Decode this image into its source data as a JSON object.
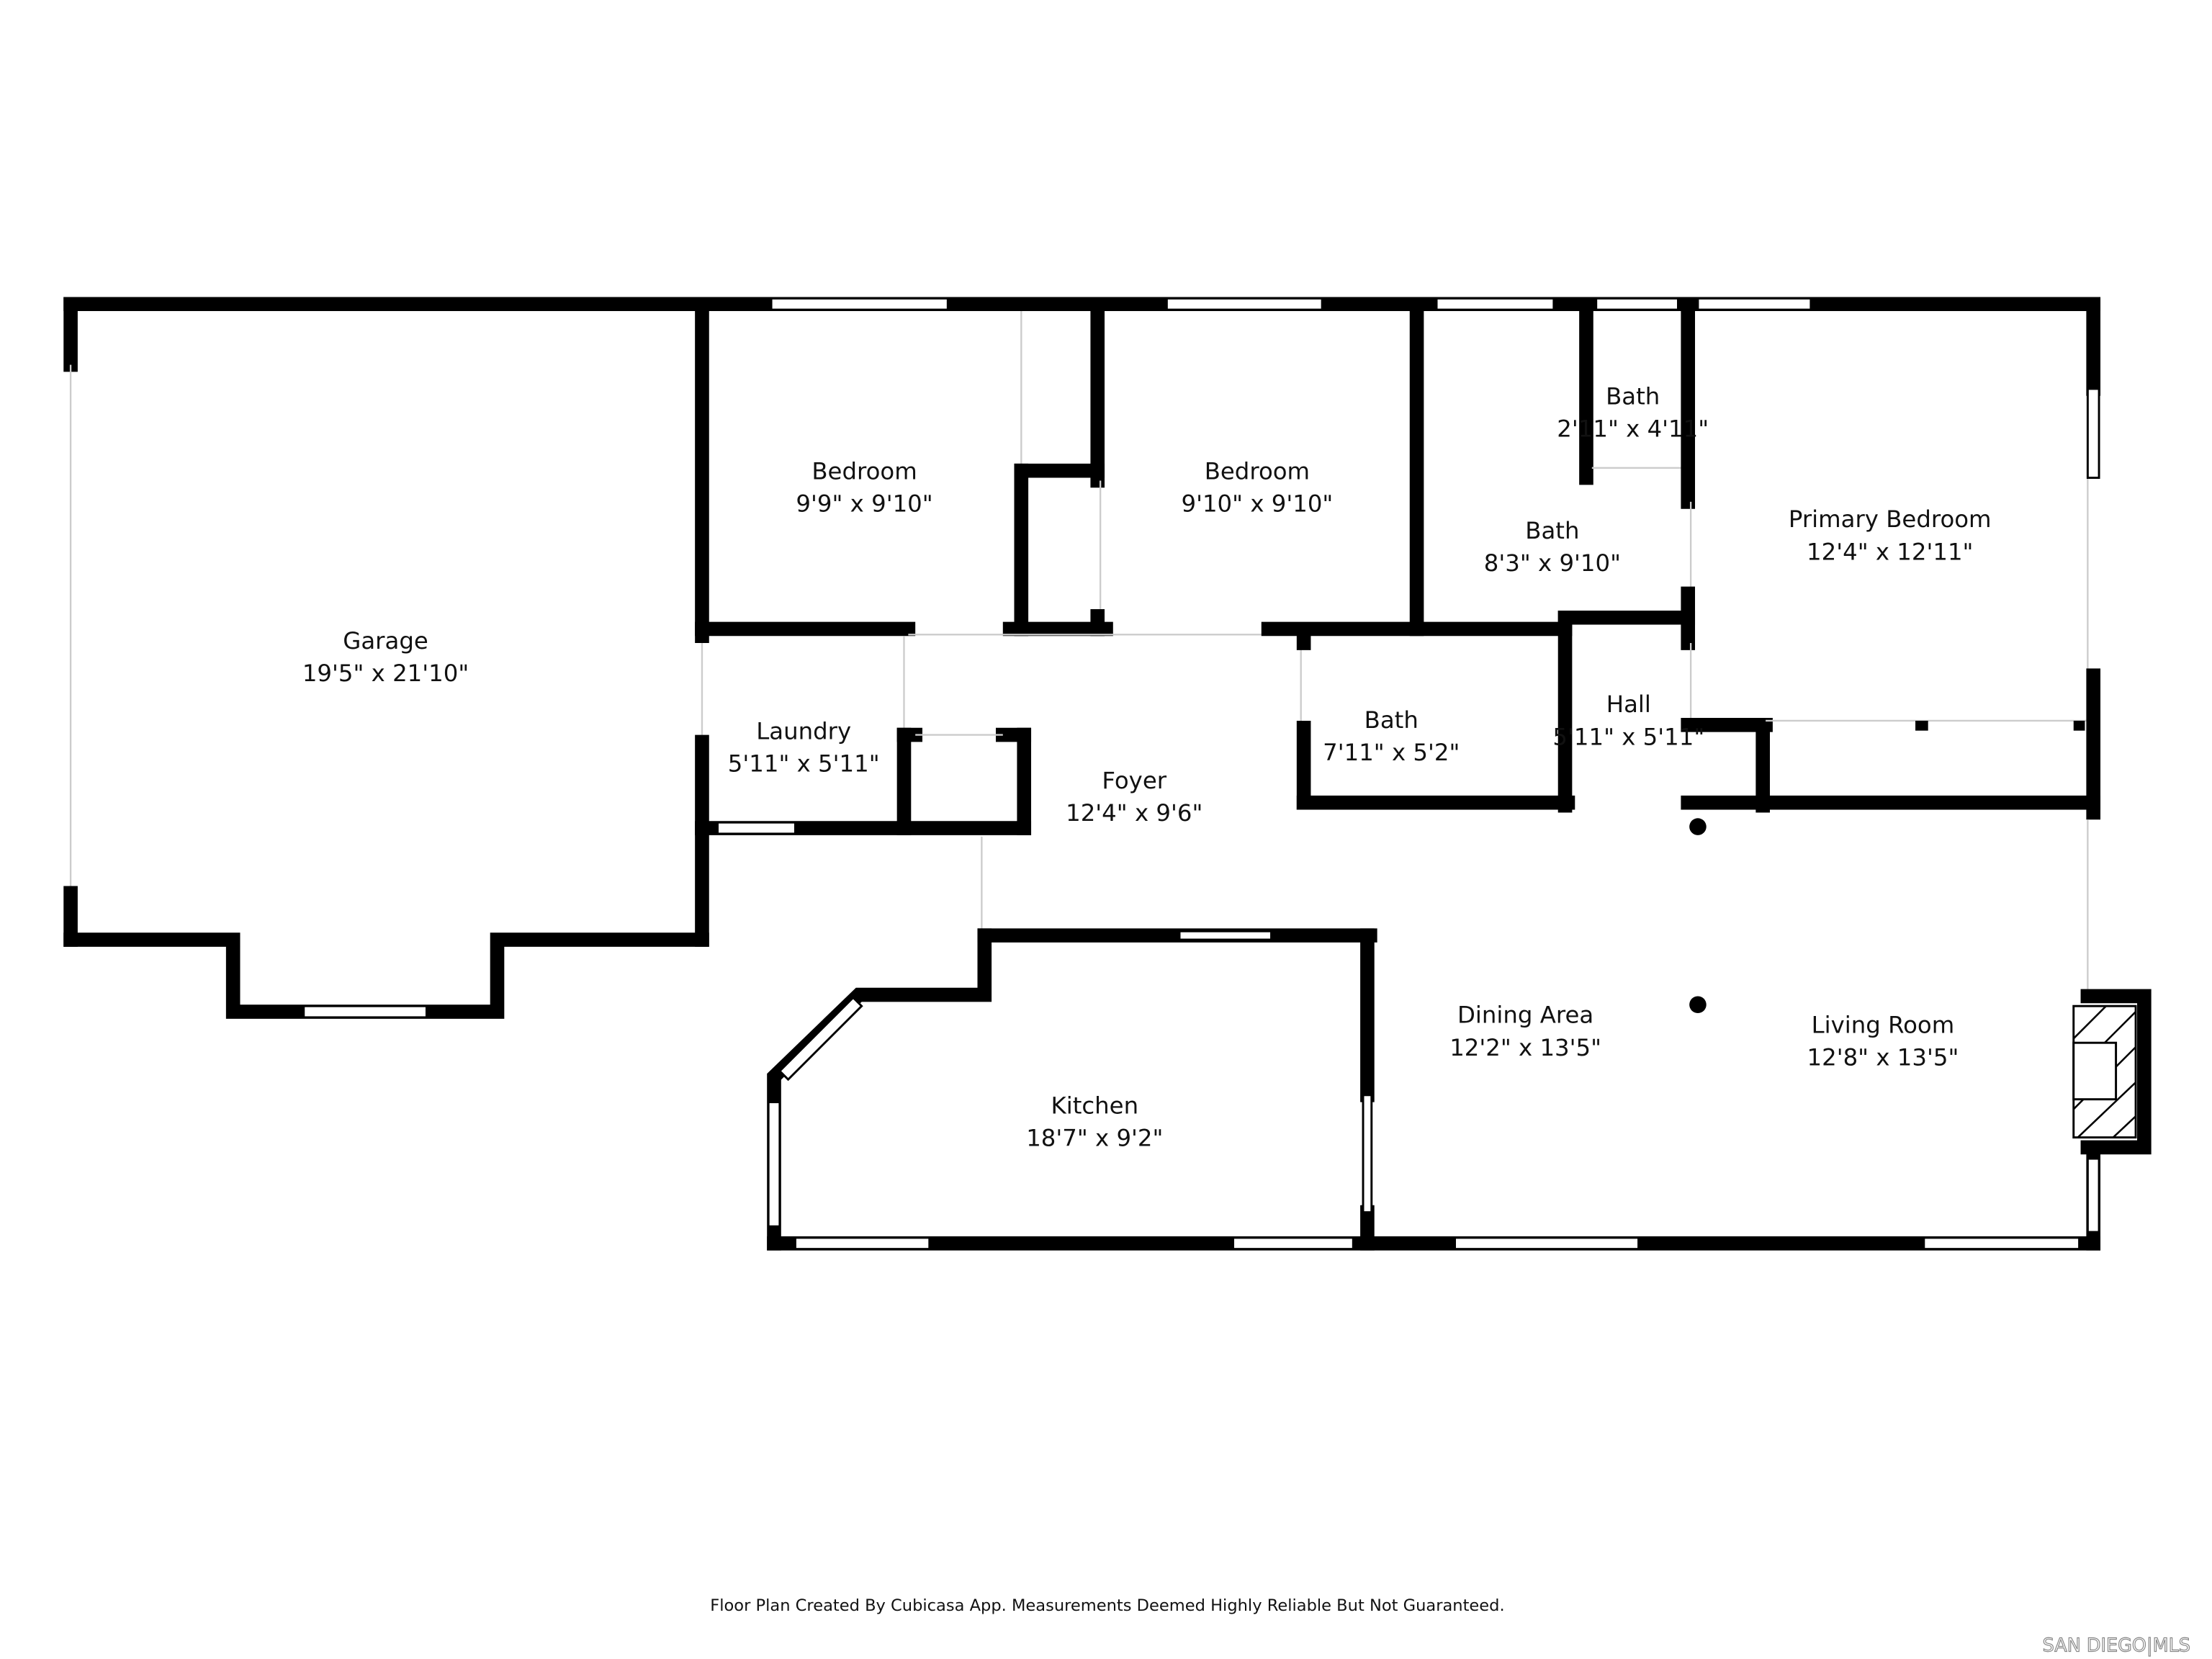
{
  "rooms": [
    {
      "name": "Garage",
      "size": "19'5\" x 21'10\""
    },
    {
      "name": "Bedroom",
      "size": "9'9\" x 9'10\""
    },
    {
      "name": "Bedroom",
      "size": "9'10\" x 9'10\""
    },
    {
      "name": "Bath",
      "size": "2'11\" x 4'11\""
    },
    {
      "name": "Bath",
      "size": "8'3\" x 9'10\""
    },
    {
      "name": "Primary Bedroom",
      "size": "12'4\" x 12'11\""
    },
    {
      "name": "Laundry",
      "size": "5'11\" x 5'11\""
    },
    {
      "name": "Foyer",
      "size": "12'4\" x 9'6\""
    },
    {
      "name": "Bath",
      "size": "7'11\" x 5'2\""
    },
    {
      "name": "Hall",
      "size": "5'11\" x 5'11\""
    },
    {
      "name": "Dining Area",
      "size": "12'2\" x 13'5\""
    },
    {
      "name": "Living Room",
      "size": "12'8\" x 13'5\""
    },
    {
      "name": "Kitchen",
      "size": "18'7\" x 9'2\""
    }
  ],
  "footer": {
    "disclaimer": "Floor Plan Created By Cubicasa App. Measurements Deemed Highly Reliable But Not Guaranteed."
  },
  "logo": {
    "text": "SAN DIEGO|MLS"
  }
}
